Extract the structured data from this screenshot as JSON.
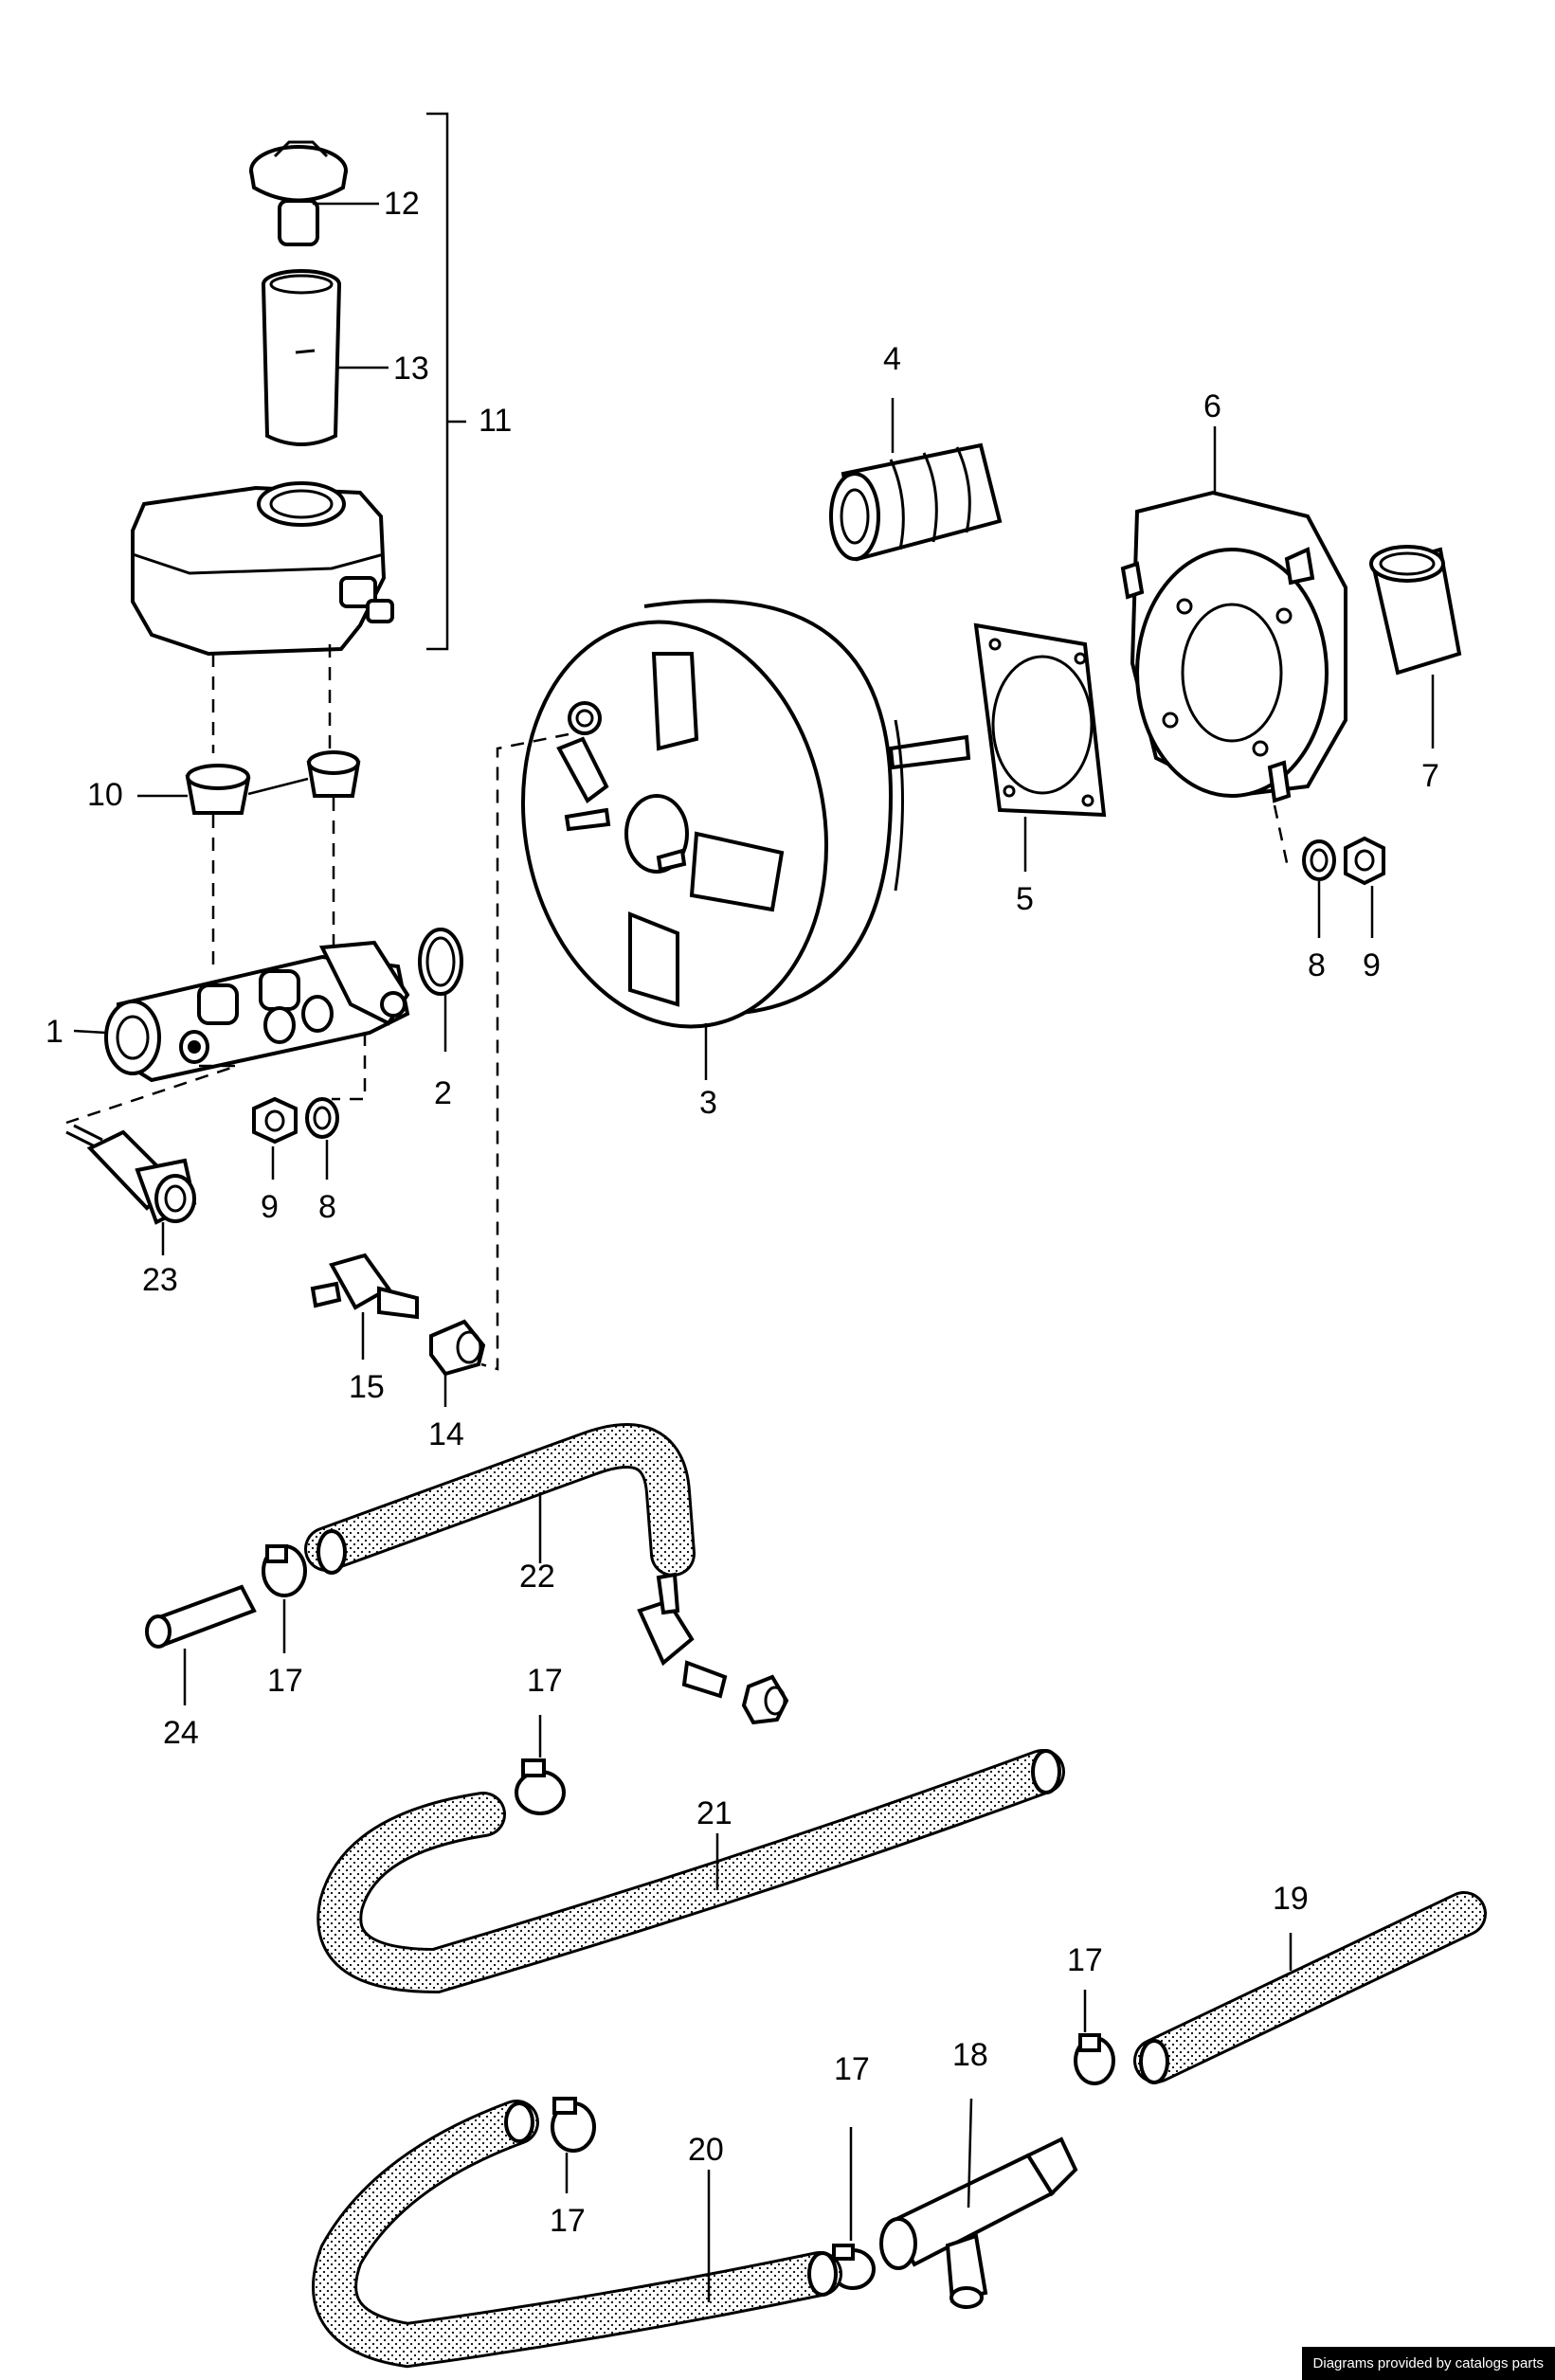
{
  "callouts": [
    "1",
    "2",
    "3",
    "4",
    "5",
    "6",
    "7",
    "8",
    "8",
    "9",
    "9",
    "10",
    "11",
    "12",
    "13",
    "14",
    "15",
    "17",
    "17",
    "17",
    "17",
    "17",
    "18",
    "19",
    "20",
    "21",
    "22",
    "23",
    "24"
  ],
  "credit": "Diagrams provided by catalogs parts"
}
